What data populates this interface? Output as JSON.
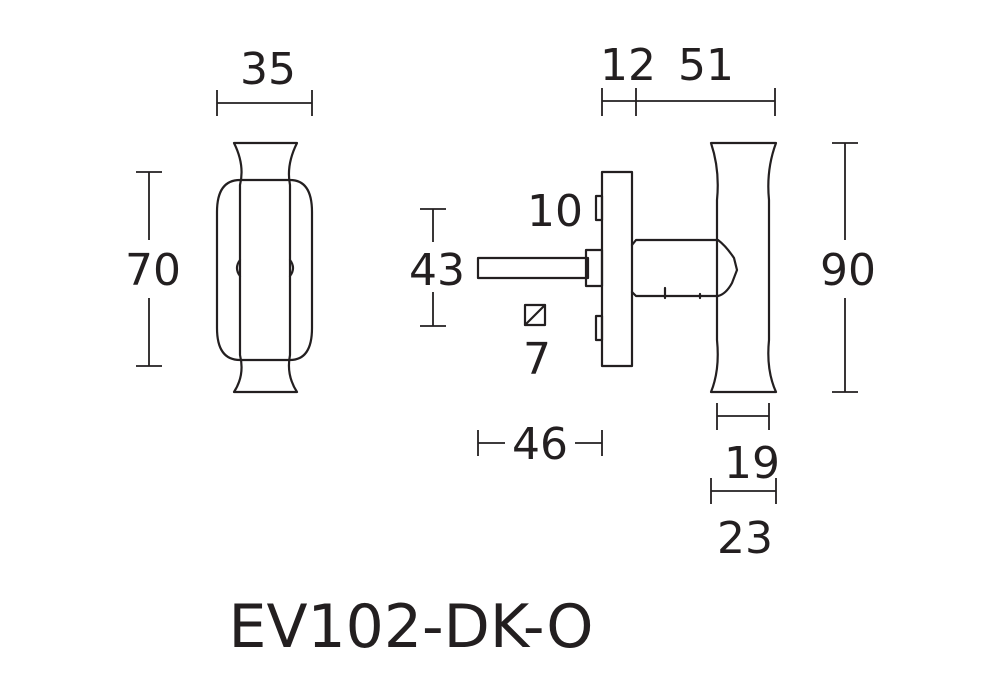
{
  "product_code": "EV102-DK-O",
  "dimensions": {
    "front_width": "35",
    "front_height": "70",
    "rose_depth": "12",
    "handle_projection": "51",
    "handle_height": "90",
    "spindle_offset": "10",
    "spindle_spacing": "43",
    "spindle_square": "7",
    "spindle_length": "46",
    "grip_width": "19",
    "grip_width_max": "23"
  },
  "colors": {
    "line": "#231f20",
    "background": "#ffffff"
  }
}
